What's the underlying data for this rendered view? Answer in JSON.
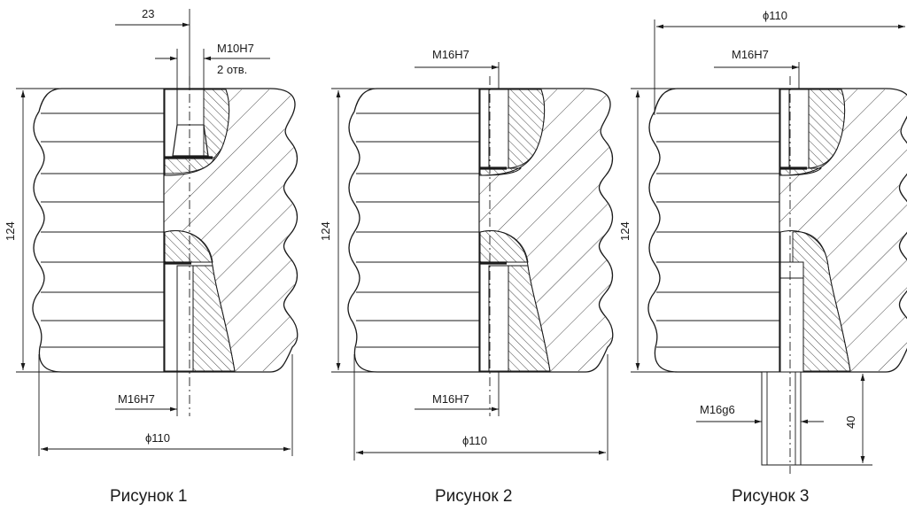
{
  "figures": [
    {
      "caption": "Рисунок 1",
      "dims": {
        "top_offset": "23",
        "top_thread": "M10H7",
        "top_holes": "2 отв.",
        "height": "124",
        "bottom_thread": "M16H7",
        "diameter": "ϕ110"
      }
    },
    {
      "caption": "Рисунок 2",
      "dims": {
        "top_thread": "M16H7",
        "height": "124",
        "bottom_thread": "M16H7",
        "diameter": "ϕ110"
      }
    },
    {
      "caption": "Рисунок 3",
      "dims": {
        "diameter": "ϕ110",
        "top_thread": "M16H7",
        "height": "124",
        "stud_thread": "M16g6",
        "stud_length": "40"
      }
    }
  ]
}
